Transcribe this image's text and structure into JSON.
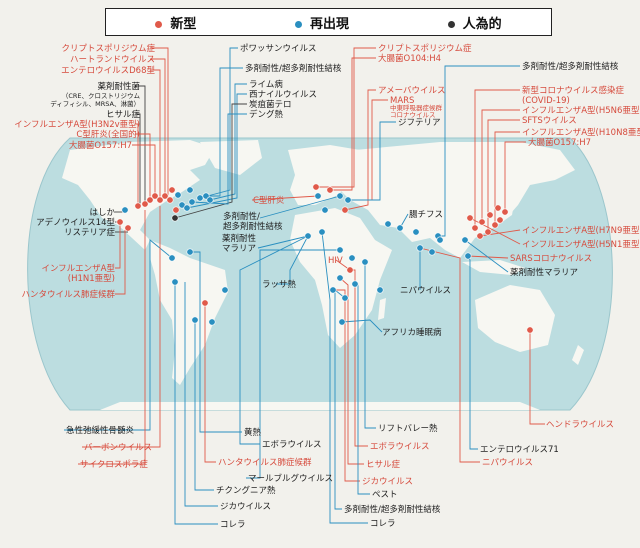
{
  "legend": {
    "new": "新型",
    "re": "再出現",
    "man": "人為的"
  },
  "colors": {
    "new": "#e05a4a",
    "re": "#2a8fc0",
    "man": "#333333",
    "ocean": "#bcdde0",
    "land": "#f7f7f2",
    "line_new": "#e05a4a",
    "line_re": "#2a8fc0",
    "line_dark": "#444444"
  },
  "labels": {
    "crypto_left": "クリプトスポリジウム症",
    "hartland": "ハートランドウイルス",
    "entero_d68": "エンテロウイルスD68型",
    "drug_bacteria": "薬剤耐性菌",
    "drug_bacteria_sub": "（CRE、クロストリジウム",
    "drug_bacteria_sub2": "ディフィシル、MRSA、淋菌）",
    "hisaru_left": "ヒサル症",
    "flu_h3n2v": "インフルエンザA型(H3N2v亜型)",
    "hep_c_na": "C型肝炎(全国的)",
    "ecoli_na": "大腸菌O157:H7",
    "measles": "はしか",
    "adeno14": "アデノウイルス14型",
    "listeria": "リステリア症",
    "flu_h1n1": "インフルエンザA型",
    "flu_h1n1_sub": "(H1N1亜型)",
    "hanta_pulm": "ハンタウイルス肺症候群",
    "powassan": "ポワッサンウイルス",
    "mdr_left": "多剤耐性/超多剤耐性結核",
    "lyme": "ライム病",
    "westnile": "西ナイルウイルス",
    "anthrax": "炭疽菌テロ",
    "dengue": "デング熱",
    "crypto_eu": "クリプトスポリジウム症",
    "ecoli_o104": "大腸菌O104:H4",
    "amoeba": "アメーバウイルス",
    "mars": "MARS",
    "mers_sub": "中東呼吸器症候群",
    "mers_sub2": "コロナウイルス",
    "diphtheria": "ジフテリア",
    "hep_c": "C型肝炎",
    "mdr_mid": "多剤耐性/",
    "mdr_mid2": "超多剤耐性結核",
    "drug_malaria_mid": "薬剤耐性",
    "drug_malaria_mid2": "マラリア",
    "hiv": "HIV",
    "lassa": "ラッサ熱",
    "typhus": "腸チフス",
    "nipah": "ニパウイルス",
    "african_sleep": "アフリカ睡眠病",
    "mdr_right": "多剤耐性/超多剤耐性結核",
    "covid": "新型コロナウイルス感染症",
    "covid_sub": "(COVID-19)",
    "flu_h5n6": "インフルエンザA型(H5N6亜型)",
    "sfts": "SFTSウイルス",
    "flu_h10n8": "インフルエンザA型(H10N8亜型)",
    "ecoli_asia": "大腸菌O157:H7",
    "flu_h7n9": "インフルエンザA型(H7N9亜型)",
    "flu_h5n1": "インフルエンザA型(H5N1亜型)",
    "sars": "SARSコロナウイルス",
    "drug_malaria_right": "薬剤耐性マラリア",
    "hendra": "ヘンドラウイルス",
    "vcjd": "急性弛緩性骨髄炎",
    "bourbon": "バーボンウイルス",
    "cyclospora": "サイクロスポラ症",
    "yellow": "黄熱",
    "ebola_blue": "エボラウイルス",
    "hanta_card": "ハンタウイルス肺症候群",
    "marburg": "マールブルグウイルス",
    "chikungunya": "チクングニア熱",
    "zika_left": "ジカウイルス",
    "cholera_left": "コレラ",
    "rift": "リフトバレー熱",
    "ebola_red": "エボラウイルス",
    "hisaru_af": "ヒサル症",
    "zika_af": "ジカウイルス",
    "plague": "ペスト",
    "mdr_bottom": "多剤耐性/超多剤耐性結核",
    "cholera_bottom": "コレラ",
    "entero71": "エンテロウイルス71",
    "nipah_bottom": "ニパウイルス"
  }
}
